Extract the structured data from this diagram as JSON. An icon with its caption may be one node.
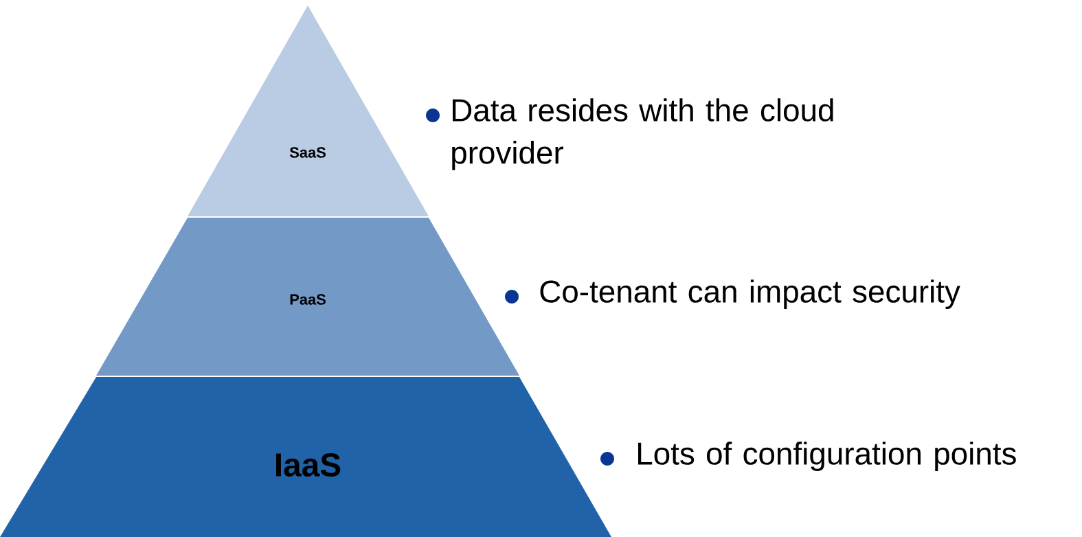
{
  "diagram": {
    "nodes": [
      {
        "text": [
          "SaaS"
        ]
      },
      {
        "text": [
          "PaaS"
        ]
      },
      {
        "text": [
          "IaaS"
        ]
      }
    ],
    "labels": [
      "Data resides with the cloud provider",
      "Co-tenant can impact security",
      "Lots of configuration points"
    ]
  }
}
